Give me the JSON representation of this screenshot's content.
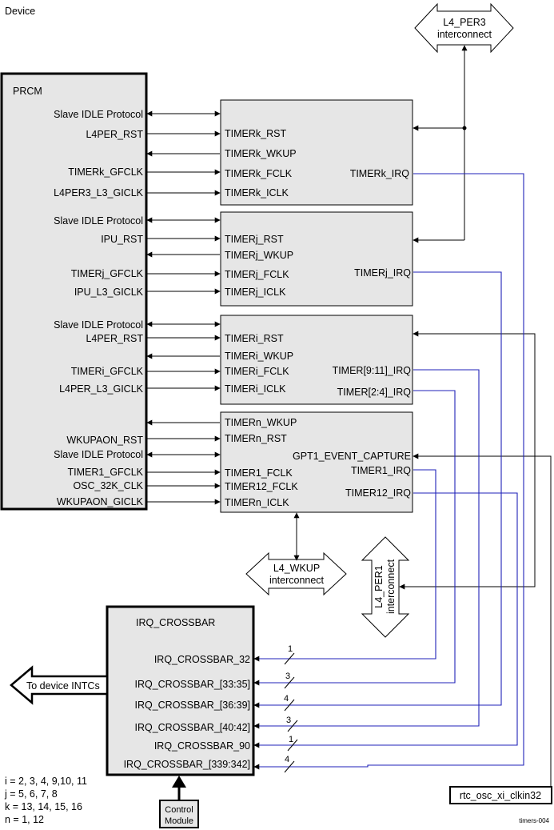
{
  "title": "Device",
  "prcm": {
    "label": "PRCM",
    "signals": [
      "Slave IDLE Protocol",
      "L4PER_RST",
      "TIMERk_GFCLK",
      "L4PER3_L3_GICLK",
      "Slave IDLE Protocol",
      "IPU_RST",
      "TIMERj_GFCLK",
      "IPU_L3_GICLK",
      "Slave IDLE Protocol",
      "L4PER_RST",
      "TIMERi_GFCLK",
      "L4PER_L3_GICLK",
      "WKUPAON_RST",
      "Slave IDLE Protocol",
      "TIMER1_GFCLK",
      "OSC_32K_CLK",
      "WKUPAON_GICLK"
    ]
  },
  "timer_k": {
    "inputs": [
      "TIMERk_RST",
      "TIMERk_WKUP",
      "TIMERk_FCLK",
      "TIMERk_ICLK"
    ],
    "irq": "TIMERk_IRQ"
  },
  "timer_j": {
    "inputs": [
      "TIMERj_RST",
      "TIMERj_WKUP",
      "TIMERj_FCLK",
      "TIMERj_ICLK"
    ],
    "irq": "TIMERj_IRQ"
  },
  "timer_i": {
    "inputs": [
      "TIMERi_RST",
      "TIMERi_WKUP",
      "TIMERi_FCLK",
      "TIMERi_ICLK"
    ],
    "irq1": "TIMER[9:11]_IRQ",
    "irq2": "TIMER[2:4]_IRQ"
  },
  "timer_n": {
    "inputs": [
      "TIMERn_WKUP",
      "TIMERn_RST",
      "TIMER1_FCLK",
      "TIMER12_FCLK",
      "TIMERn_ICLK"
    ],
    "capture": "GPT1_EVENT_CAPTURE",
    "irq1": "TIMER1_IRQ",
    "irq2": "TIMER12_IRQ"
  },
  "interconnects": {
    "l4_per3": [
      "L4_PER3",
      "interconnect"
    ],
    "l4_wkup": [
      "L4_WKUP",
      "interconnect"
    ],
    "l4_per1": [
      "L4_PER1",
      "interconnect"
    ]
  },
  "crossbar": {
    "label": "IRQ_CROSSBAR",
    "inputs": [
      "IRQ_CROSSBAR_32",
      "IRQ_CROSSBAR_[33:35]",
      "IRQ_CROSSBAR_[36:39]",
      "IRQ_CROSSBAR_[40:42]",
      "IRQ_CROSSBAR_90",
      "IRQ_CROSSBAR_[339:342]"
    ],
    "bus_widths": [
      "1",
      "3",
      "4",
      "3",
      "1",
      "4"
    ]
  },
  "to_intc": "To device INTCs",
  "control_module": [
    "Control",
    "Module"
  ],
  "clkin": "rtc_osc_xi_clkin32",
  "legend": [
    "i = 2, 3, 4, 9,10, 11",
    "j = 5, 6, 7, 8",
    "k = 13, 14, 15, 16",
    "n = 1, 12"
  ],
  "figure_id": "timers-004"
}
